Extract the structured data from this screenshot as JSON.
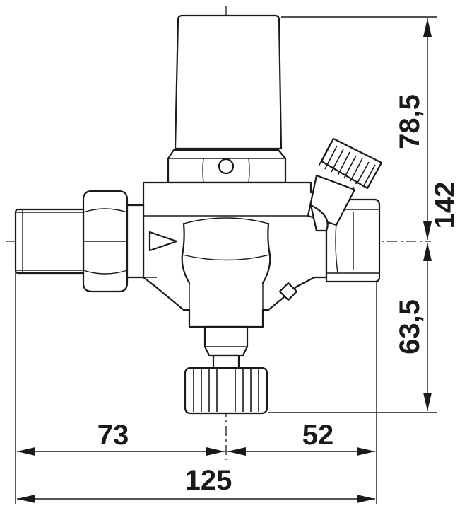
{
  "diagram": {
    "type": "technical-drawing",
    "subject": "pressure-reducing-valve-with-filter",
    "dimensions": {
      "width_left": "73",
      "width_right": "52",
      "width_total": "125",
      "height_top": "78,5",
      "height_bottom": "63,5",
      "height_total": "142"
    }
  }
}
